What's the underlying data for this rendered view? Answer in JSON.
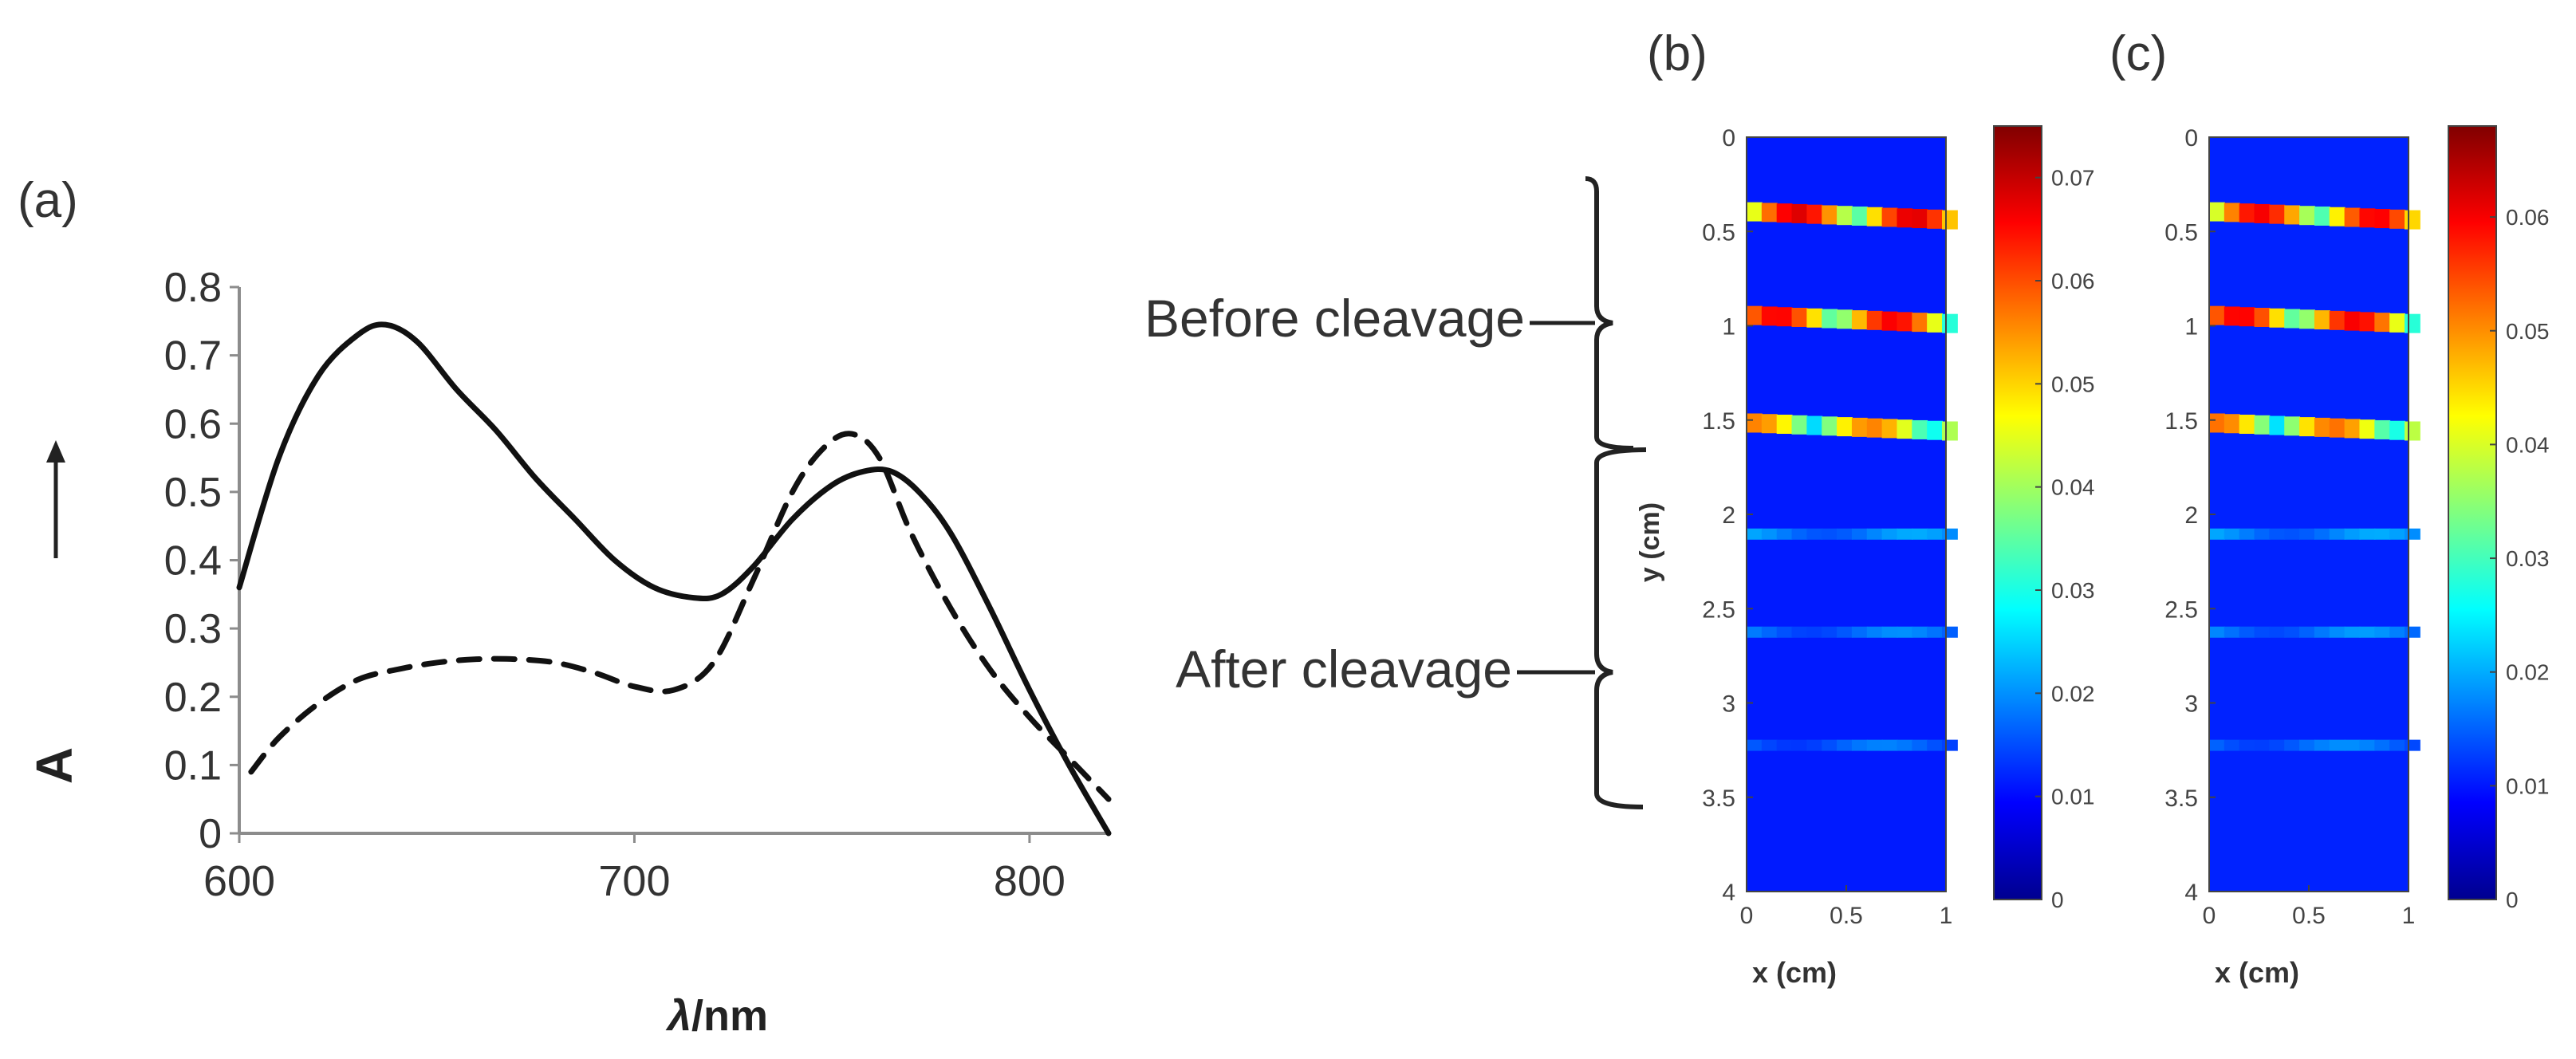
{
  "panels": [
    {
      "label": "(a)",
      "chart_data": {
        "type": "line",
        "xlabel_symbol": "λ",
        "xlabel_unit": "/nm",
        "ylabel": "A",
        "xlim": [
          600,
          820
        ],
        "ylim": [
          0,
          0.8
        ],
        "x_ticks": [
          600,
          700,
          800
        ],
        "y_ticks": [
          "0",
          "0.1",
          "0.2",
          "0.3",
          "0.4",
          "0.5",
          "0.6",
          "0.7",
          "0.8"
        ],
        "grid": false,
        "series": [
          {
            "style": "solid",
            "x": [
              600,
              610,
              620,
              630,
              637,
              645,
              655,
              665,
              675,
              685,
              695,
              705,
              715,
              722,
              730,
              740,
              750,
              758,
              765,
              772,
              780,
              790,
              800,
              810,
              820
            ],
            "y": [
              0.36,
              0.55,
              0.67,
              0.73,
              0.745,
              0.72,
              0.65,
              0.59,
              0.52,
              0.46,
              0.4,
              0.36,
              0.345,
              0.35,
              0.39,
              0.46,
              0.51,
              0.53,
              0.53,
              0.5,
              0.44,
              0.33,
              0.21,
              0.1,
              0.0
            ]
          },
          {
            "style": "dashed",
            "x": [
              603,
              610,
              620,
              630,
              640,
              650,
              660,
              670,
              680,
              690,
              700,
              710,
              720,
              730,
              740,
              748,
              755,
              762,
              770,
              780,
              790,
              800,
              810,
              820
            ],
            "y": [
              0.09,
              0.14,
              0.19,
              0.225,
              0.24,
              0.25,
              0.255,
              0.255,
              0.25,
              0.235,
              0.215,
              0.21,
              0.25,
              0.37,
              0.5,
              0.565,
              0.585,
              0.55,
              0.44,
              0.33,
              0.24,
              0.17,
              0.11,
              0.05
            ]
          }
        ]
      }
    },
    {
      "label": "(b)",
      "chart_data": {
        "type": "heatmap",
        "xlabel": "x (cm)",
        "ylabel": "y (cm)",
        "xlim": [
          0,
          1
        ],
        "ylim": [
          0,
          4
        ],
        "x_ticks": [
          "0",
          "0.5",
          "1"
        ],
        "y_ticks": [
          "0",
          "0.5",
          "1",
          "1.5",
          "2",
          "2.5",
          "3",
          "3.5",
          "4"
        ],
        "colorbar": {
          "min": 0,
          "max": 0.075,
          "ticks": [
            "0",
            "0.01",
            "0.02",
            "0.03",
            "0.04",
            "0.05",
            "0.06",
            "0.07"
          ]
        },
        "bands": [
          {
            "y": 0.4,
            "intensity": 0.068
          },
          {
            "y": 0.95,
            "intensity": 0.066
          },
          {
            "y": 1.52,
            "intensity": 0.056
          },
          {
            "y": 2.13,
            "intensity": 0.022
          },
          {
            "y": 2.65,
            "intensity": 0.02
          },
          {
            "y": 3.25,
            "intensity": 0.019
          }
        ]
      }
    },
    {
      "label": "(c)",
      "chart_data": {
        "type": "heatmap",
        "xlabel": "x (cm)",
        "ylabel": "",
        "xlim": [
          0,
          1
        ],
        "ylim": [
          0,
          4
        ],
        "x_ticks": [
          "0",
          "0.5",
          "1"
        ],
        "y_ticks": [
          "0",
          "0.5",
          "1",
          "1.5",
          "2",
          "2.5",
          "3",
          "3.5",
          "4"
        ],
        "colorbar": {
          "min": 0,
          "max": 0.068,
          "ticks": [
            "0",
            "0.01",
            "0.02",
            "0.03",
            "0.04",
            "0.05",
            "0.06"
          ]
        },
        "bands": [
          {
            "y": 0.4,
            "intensity": 0.06
          },
          {
            "y": 0.95,
            "intensity": 0.06
          },
          {
            "y": 1.52,
            "intensity": 0.052
          },
          {
            "y": 2.13,
            "intensity": 0.02
          },
          {
            "y": 2.65,
            "intensity": 0.019
          },
          {
            "y": 3.25,
            "intensity": 0.018
          }
        ]
      }
    }
  ],
  "annotations": {
    "before": "Before cleavage",
    "after": "After cleavage"
  }
}
